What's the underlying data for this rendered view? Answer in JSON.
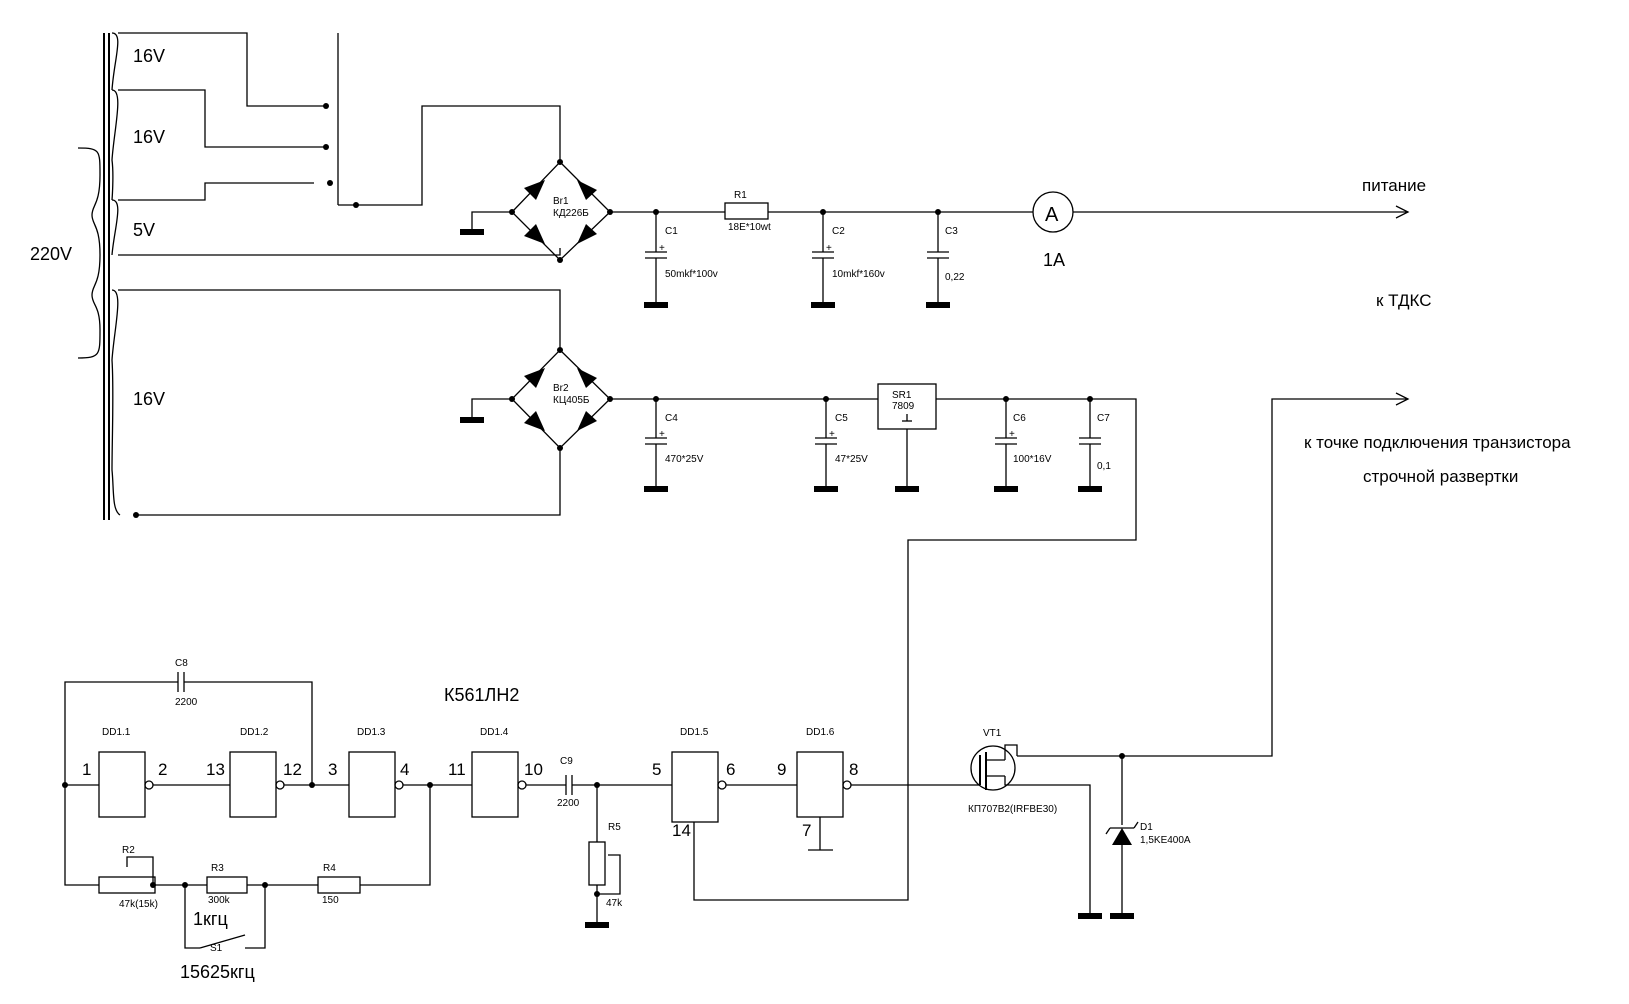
{
  "transformer": {
    "primary_label": "220V",
    "winding_1": "16V",
    "winding_2": "16V",
    "winding_3": "5V",
    "winding_4": "16V"
  },
  "bridges": {
    "br1_ref": "Br1",
    "br1_part": "КД226Б",
    "br2_ref": "Br2",
    "br2_part": "КЦ405Б"
  },
  "capacitors": {
    "c1_ref": "C1",
    "c1_value": "50mkf*100v",
    "c2_ref": "C2",
    "c2_value": "10mkf*160v",
    "c3_ref": "C3",
    "c3_value": "0,22",
    "c4_ref": "C4",
    "c4_value": "470*25V",
    "c5_ref": "C5",
    "c5_value": "47*25V",
    "c6_ref": "C6",
    "c6_value": "100*16V",
    "c7_ref": "C7",
    "c7_value": "0,1",
    "c8_ref": "C8",
    "c8_value": "2200",
    "c9_ref": "C9",
    "c9_value": "2200"
  },
  "resistors": {
    "r1_ref": "R1",
    "r1_value": "18E*10wt",
    "r2_ref": "R2",
    "r2_value": "47k(15k)",
    "r3_ref": "R3",
    "r3_value": "300k",
    "r4_ref": "R4",
    "r4_value": "150",
    "r5_ref": "R5",
    "r5_value": "47k"
  },
  "meter": {
    "symbol": "A",
    "value": "1A"
  },
  "regulator": {
    "ref": "SR1",
    "part": "7809"
  },
  "annotations": {
    "supply": "питание",
    "to_fbt": "к ТДКС",
    "to_transistor_line1": "к точке подключения транзистора",
    "to_transistor_line2": "строчной развертки",
    "ic_type": "К561ЛН2",
    "freq_low": "1кгц",
    "freq_high": "15625кгц"
  },
  "switch": {
    "ref": "S1"
  },
  "gates": {
    "dd1_1": {
      "ref": "DD1.1",
      "pin_in": "1",
      "pin_out": "2"
    },
    "dd1_2": {
      "ref": "DD1.2",
      "pin_in": "13",
      "pin_out": "12"
    },
    "dd1_3": {
      "ref": "DD1.3",
      "pin_in": "3",
      "pin_out": "4"
    },
    "dd1_4": {
      "ref": "DD1.4",
      "pin_in": "11",
      "pin_out": "10"
    },
    "dd1_5": {
      "ref": "DD1.5",
      "pin_in": "5",
      "pin_out": "6",
      "pin_vcc": "14"
    },
    "dd1_6": {
      "ref": "DD1.6",
      "pin_in": "9",
      "pin_out": "8",
      "pin_gnd": "7"
    }
  },
  "transistor": {
    "ref": "VT1",
    "part": "КП707В2(IRFBE30)"
  },
  "diode": {
    "ref": "D1",
    "part": "1,5KE400A"
  }
}
